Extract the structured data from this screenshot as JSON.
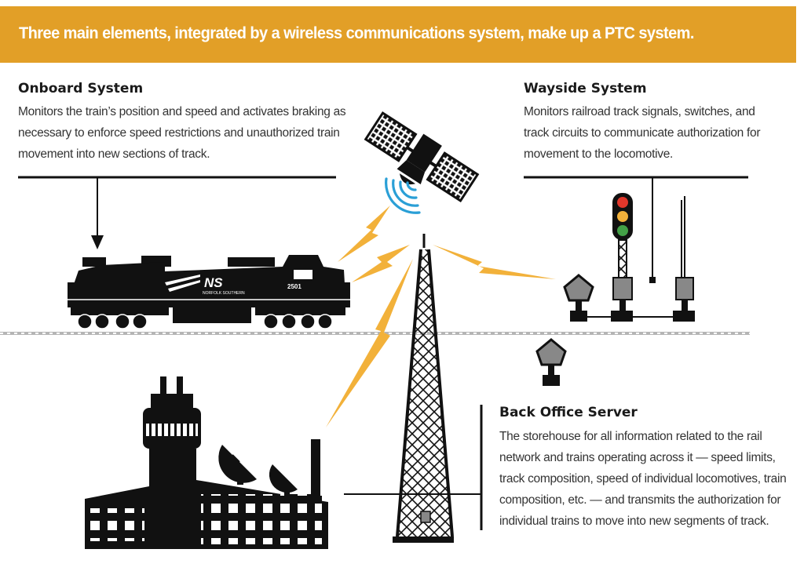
{
  "title": "Three main elements, integrated by a wireless communications system, make up a PTC system.",
  "onboard": {
    "heading": "Onboard System",
    "lines": [
      "Monitors the train’s position and speed and activates braking as",
      "necessary to enforce speed restrictions and unauthorized train",
      "movement into new sections of track."
    ]
  },
  "wayside": {
    "heading": "Wayside System",
    "lines": [
      "Monitors railroad track signals, switches, and",
      "track circuits to communicate authorization for",
      "movement to the locomotive."
    ]
  },
  "backoffice": {
    "heading": "Back Office Server",
    "lines": [
      "The storehouse for all information related to the rail",
      "network and trains operating across it — speed limits,",
      "track composition, speed of individual locomotives, train",
      "composition, etc. — and transmits the authorization for",
      "individual trains to move into new segments of track."
    ]
  },
  "locomotive": {
    "logo": "NS",
    "logo_sub": "NORFOLK SOUTHERN",
    "number": "2501"
  },
  "colors": {
    "banner": "#e29f27",
    "lightning": "#f2b13a",
    "wireless": "#2a9fd6",
    "signal_red": "#e2372b",
    "signal_yellow": "#f2b13a",
    "signal_green": "#43a047"
  },
  "icons": [
    "satellite-icon",
    "radio-tower-icon",
    "signal-light-icon",
    "locomotive-icon",
    "office-building-icon",
    "satellite-dish-icon",
    "switch-sign-icon",
    "lightning-icon"
  ]
}
